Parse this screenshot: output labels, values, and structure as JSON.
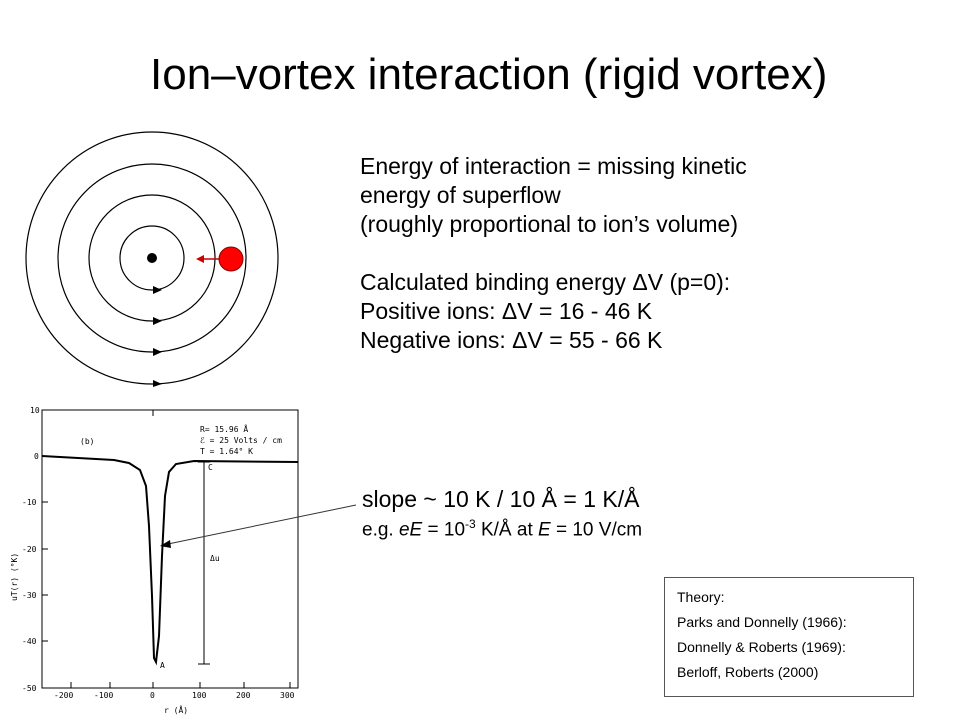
{
  "title": "Ion–vortex interaction (rigid vortex)",
  "body_lines": [
    "Energy of interaction = missing kinetic",
    "energy of superflow",
    "(roughly proportional to ion’s volume)",
    "",
    "Calculated binding energy ΔV (p=0):",
    "Positive ions: ΔV = 16 - 46 K",
    "Negative ions: ΔV  = 55 - 66 K"
  ],
  "slope": {
    "line1": "slope ~ 10 K / 10 Å = 1 K/Å",
    "line2_prefix": "e.g. ",
    "line2_eE": "eE",
    "line2_eq": " = 10",
    "line2_exp": "-3",
    "line2_unit": " K/Å at ",
    "line2_E": "E",
    "line2_tail": " = 10 V/cm"
  },
  "theory": {
    "heading": "Theory:",
    "refs": [
      "Parks and Donnelly (1966):",
      "Donnelly & Roberts (1969):",
      "Berloff, Roberts (2000)"
    ]
  },
  "colors": {
    "ion": "#ff0000",
    "arrow": "#cc0000"
  },
  "plot": {
    "panel_label": "(b)",
    "params": [
      "R= 15.96 Å",
      "ℰ = 25 Volts / cm",
      "T = 1.64° K"
    ],
    "point_c": "C",
    "point_a": "A",
    "delta_u": "Δu",
    "ylabel": "uT(r) (°K)",
    "xlabel": "r (Å)",
    "yticks": [
      "10",
      "0",
      "-10",
      "-20",
      "-30",
      "-40",
      "-50"
    ],
    "xticks": [
      "-200",
      "-100",
      "0",
      "100",
      "200",
      "300"
    ]
  }
}
